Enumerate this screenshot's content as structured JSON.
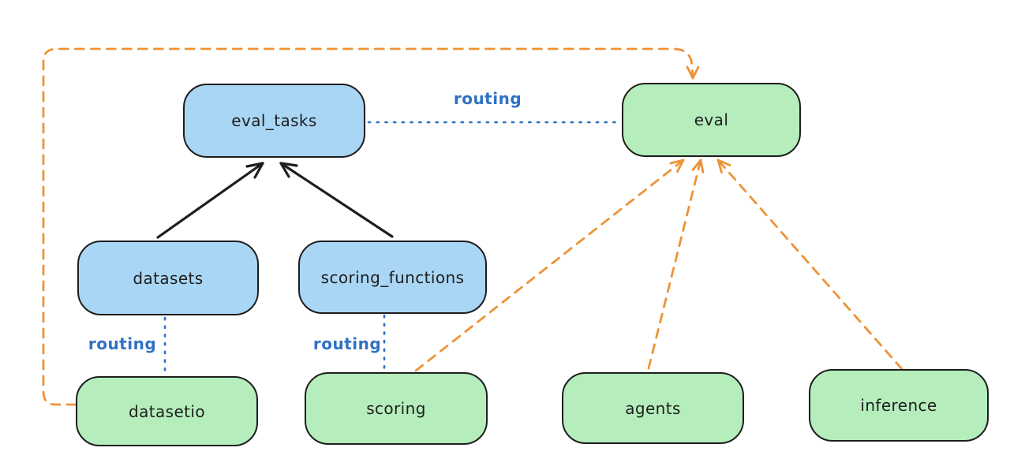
{
  "diagram": {
    "background": "#ffffff",
    "colors": {
      "blue_fill": "#a9d6f5",
      "green_fill": "#b5eebc",
      "node_border": "#1e1e1e",
      "black_arrow": "#1e1e1e",
      "orange_dashed": "#ed9336",
      "blue_dotted": "#2f72c4"
    },
    "nodes": {
      "eval_tasks": {
        "label": "eval_tasks",
        "fill": "#a9d6f5"
      },
      "eval": {
        "label": "eval",
        "fill": "#b5eebc"
      },
      "datasets": {
        "label": "datasets",
        "fill": "#a9d6f5"
      },
      "scoring_functions": {
        "label": "scoring_functions",
        "fill": "#a9d6f5"
      },
      "datasetio": {
        "label": "datasetio",
        "fill": "#b5eebc"
      },
      "scoring": {
        "label": "scoring",
        "fill": "#b5eebc"
      },
      "agents": {
        "label": "agents",
        "fill": "#b5eebc"
      },
      "inference": {
        "label": "inference",
        "fill": "#b5eebc"
      }
    },
    "edge_labels": {
      "routing_top": "routing",
      "routing_left": "routing",
      "routing_mid": "routing"
    },
    "edges": [
      {
        "from": "eval_tasks",
        "to": "eval",
        "style": "blue-dotted",
        "label": "routing"
      },
      {
        "from": "datasets",
        "to": "datasetio",
        "style": "blue-dotted",
        "label": "routing"
      },
      {
        "from": "scoring_functions",
        "to": "scoring",
        "style": "blue-dotted",
        "label": "routing"
      },
      {
        "from": "datasets",
        "to": "eval_tasks",
        "style": "black-solid-arrow"
      },
      {
        "from": "scoring_functions",
        "to": "eval_tasks",
        "style": "black-solid-arrow"
      },
      {
        "from": "datasetio",
        "to": "eval",
        "style": "orange-dashed-arrow"
      },
      {
        "from": "scoring",
        "to": "eval",
        "style": "orange-dashed-arrow"
      },
      {
        "from": "agents",
        "to": "eval",
        "style": "orange-dashed-arrow"
      },
      {
        "from": "inference",
        "to": "eval",
        "style": "orange-dashed-arrow"
      }
    ]
  }
}
